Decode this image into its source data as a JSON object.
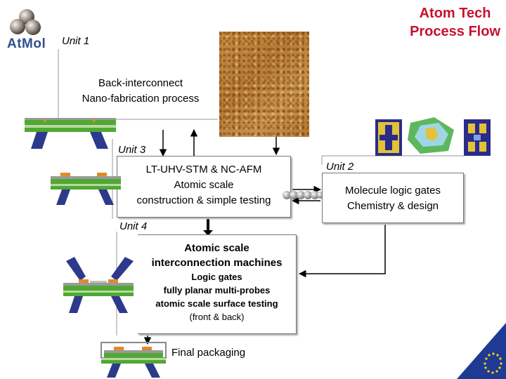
{
  "logo": {
    "text": "AtMol"
  },
  "title": {
    "line1": "Atom Tech",
    "line2": "Process Flow"
  },
  "units": {
    "unit1": "Unit 1",
    "unit2": "Unit 2",
    "unit3": "Unit 3",
    "unit4": "Unit 4"
  },
  "boxes": {
    "backinterconnect": {
      "line1": "Back-interconnect",
      "line2": "Nano-fabrication process"
    },
    "stm": {
      "line1": "LT-UHV-STM & NC-AFM",
      "line2": "Atomic scale",
      "line3": "construction & simple testing"
    },
    "molecule": {
      "line1": "Molecule logic gates",
      "line2": "Chemistry & design"
    },
    "machines": {
      "line1": "Atomic scale",
      "line2": "interconnection machines",
      "line3": "Logic gates",
      "line4": "fully planar multi-probes",
      "line5": "atomic scale surface testing",
      "line6": "(front & back)"
    },
    "packaging": "Final packaging"
  },
  "colors": {
    "title": "#c8102e",
    "substrate_green": "#4fa832",
    "probe_blue": "#2d3a8c",
    "pad_orange": "#e08a2a",
    "eu_blue": "#1f3a93"
  }
}
